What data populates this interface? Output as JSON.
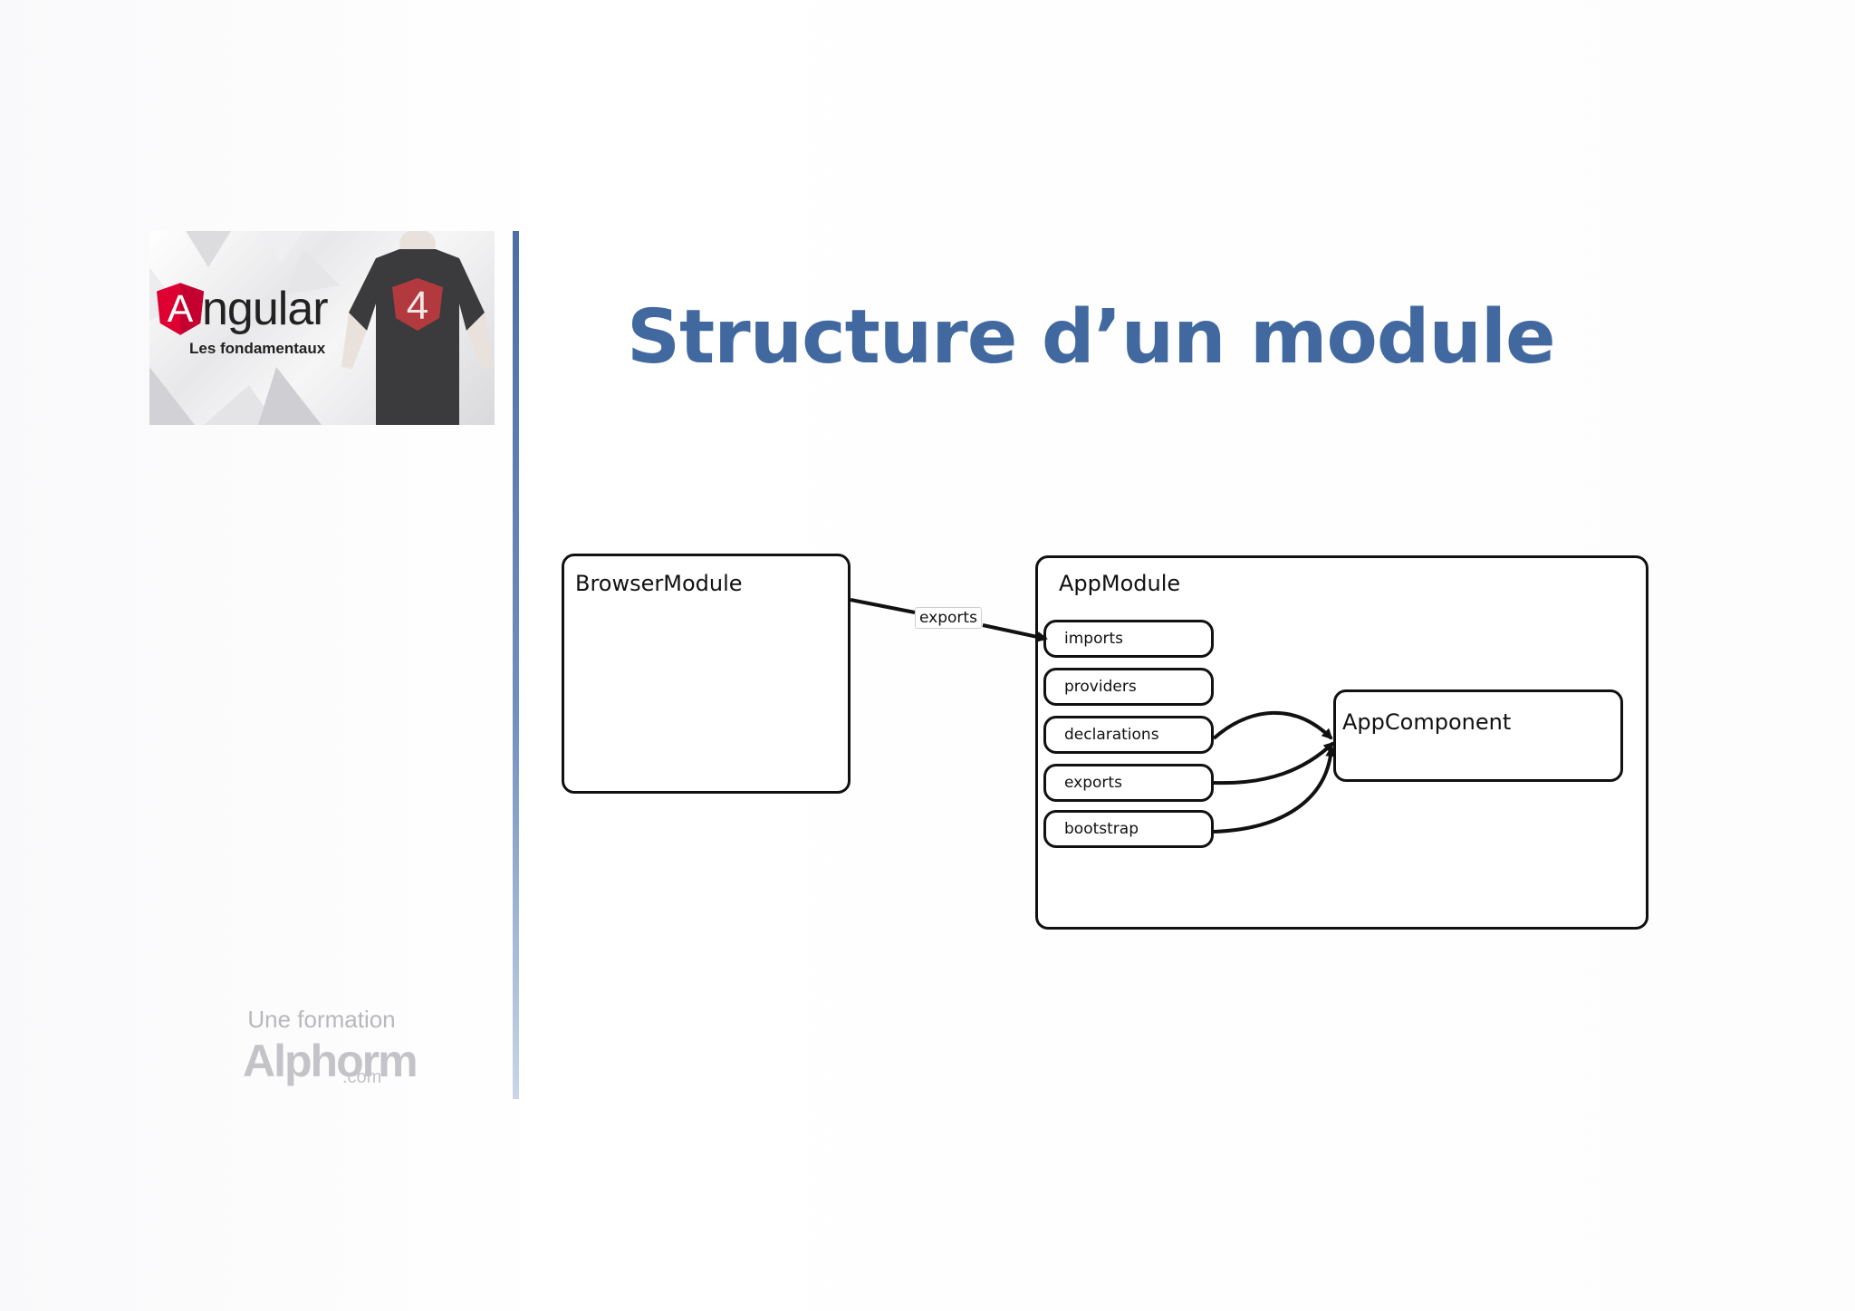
{
  "slide": {
    "title": "Structure d’un module"
  },
  "branding": {
    "logo_word": "ngular",
    "logo_initial": "A",
    "logo_subtitle": "Les fondamentaux",
    "shirt_badge": "4",
    "tagline": "Une formation",
    "brand_name": "Alphorm",
    "brand_suffix": ".com"
  },
  "diagram": {
    "browser_module": {
      "label": "BrowserModule"
    },
    "app_module": {
      "label": "AppModule",
      "sections": [
        "imports",
        "providers",
        "declarations",
        "exports",
        "bootstrap"
      ]
    },
    "app_component": {
      "label": "AppComponent"
    },
    "edges": {
      "browser_to_imports": "exports"
    }
  },
  "colors": {
    "title": "#4169a0",
    "accent_rule": "#4a6fa4",
    "angular_red": "#dd0031",
    "shirt": "#3b3b3d"
  }
}
